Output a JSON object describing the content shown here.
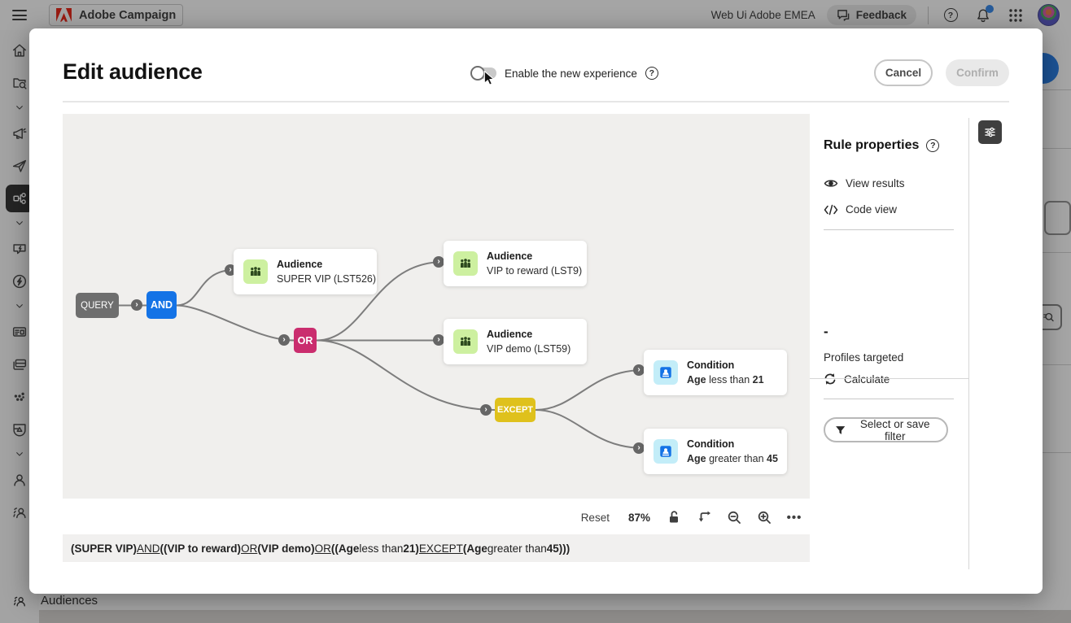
{
  "topbar": {
    "app_title": "Adobe Campaign",
    "environment": "Web Ui Adobe EMEA",
    "feedback_label": "Feedback",
    "icons": [
      "hamburger-icon",
      "adobe-logo",
      "feedback-chat-icon",
      "help-icon",
      "bell-icon",
      "app-grid-icon",
      "avatar"
    ],
    "notification_dot_color": "#2680EB"
  },
  "sidebar": {
    "icons": [
      "home-icon",
      "explorer-search-icon",
      "chevron-down-icon",
      "campaigns-megaphone-icon",
      "deliveries-send-icon",
      "orchestration-icon",
      "chevron-down-icon",
      "dialogs-chat-icon",
      "triggers-lightning-icon",
      "chevron-down-icon",
      "content-card-icon",
      "templates-stack-icon",
      "integrations-dots-icon",
      "plans-badge-icon",
      "chevron-down-icon",
      "profiles-person-icon",
      "audiences-people-icon"
    ],
    "active_icon": "orchestration-icon"
  },
  "background": {
    "page_title": "Audiences"
  },
  "modal": {
    "title": "Edit audience",
    "toggle_label": "Enable the new experience",
    "toggle_state": "off",
    "cancel_label": "Cancel",
    "confirm_label": "Confirm",
    "confirm_enabled": false,
    "graph": {
      "query_label": "QUERY",
      "and_label": "AND",
      "or_label": "OR",
      "except_label": "EXCEPT",
      "node_colors": {
        "query": "#6E6E6E",
        "and": "#1473E6",
        "or": "#CA2D6E",
        "except": "#DFC11C"
      },
      "cards": [
        {
          "type": "Audience",
          "name": "SUPER VIP (LST526)"
        },
        {
          "type": "Audience",
          "name": "VIP to reward (LST9)"
        },
        {
          "type": "Audience",
          "name": "VIP demo (LST59)"
        },
        {
          "type": "Condition",
          "field": "Age",
          "operator": "less than",
          "value": "21"
        },
        {
          "type": "Condition",
          "field": "Age",
          "operator": "greater than",
          "value": "45"
        }
      ]
    },
    "toolbar": {
      "reset_label": "Reset",
      "zoom_level": "87%",
      "icons": [
        "unlock-icon",
        "reflow-icon",
        "zoom-out-icon",
        "zoom-in-icon",
        "more-icon"
      ]
    },
    "formula": {
      "segments": [
        {
          "text": "(SUPER VIP)",
          "style": "bold"
        },
        {
          "text": " ",
          "style": "normal"
        },
        {
          "text": "AND",
          "style": "underline"
        },
        {
          "text": " ",
          "style": "normal"
        },
        {
          "text": "((VIP to reward)",
          "style": "bold"
        },
        {
          "text": " ",
          "style": "normal"
        },
        {
          "text": "OR",
          "style": "underline"
        },
        {
          "text": " ",
          "style": "normal"
        },
        {
          "text": "(VIP demo)",
          "style": "bold"
        },
        {
          "text": " ",
          "style": "normal"
        },
        {
          "text": "OR",
          "style": "underline"
        },
        {
          "text": " ",
          "style": "normal"
        },
        {
          "text": "((Age",
          "style": "bold"
        },
        {
          "text": " less than ",
          "style": "normal"
        },
        {
          "text": "21)",
          "style": "bold"
        },
        {
          "text": " ",
          "style": "normal"
        },
        {
          "text": "EXCEPT",
          "style": "underline"
        },
        {
          "text": " ",
          "style": "normal"
        },
        {
          "text": "(Age",
          "style": "bold"
        },
        {
          "text": " greater than ",
          "style": "normal"
        },
        {
          "text": "45)))",
          "style": "bold"
        }
      ]
    },
    "rule_panel": {
      "title": "Rule properties",
      "view_results_label": "View results",
      "code_view_label": "Code view",
      "count_value": "-",
      "profiles_targeted_label": "Profiles targeted",
      "calculate_label": "Calculate",
      "filter_button_label": "Select or save filter"
    }
  }
}
